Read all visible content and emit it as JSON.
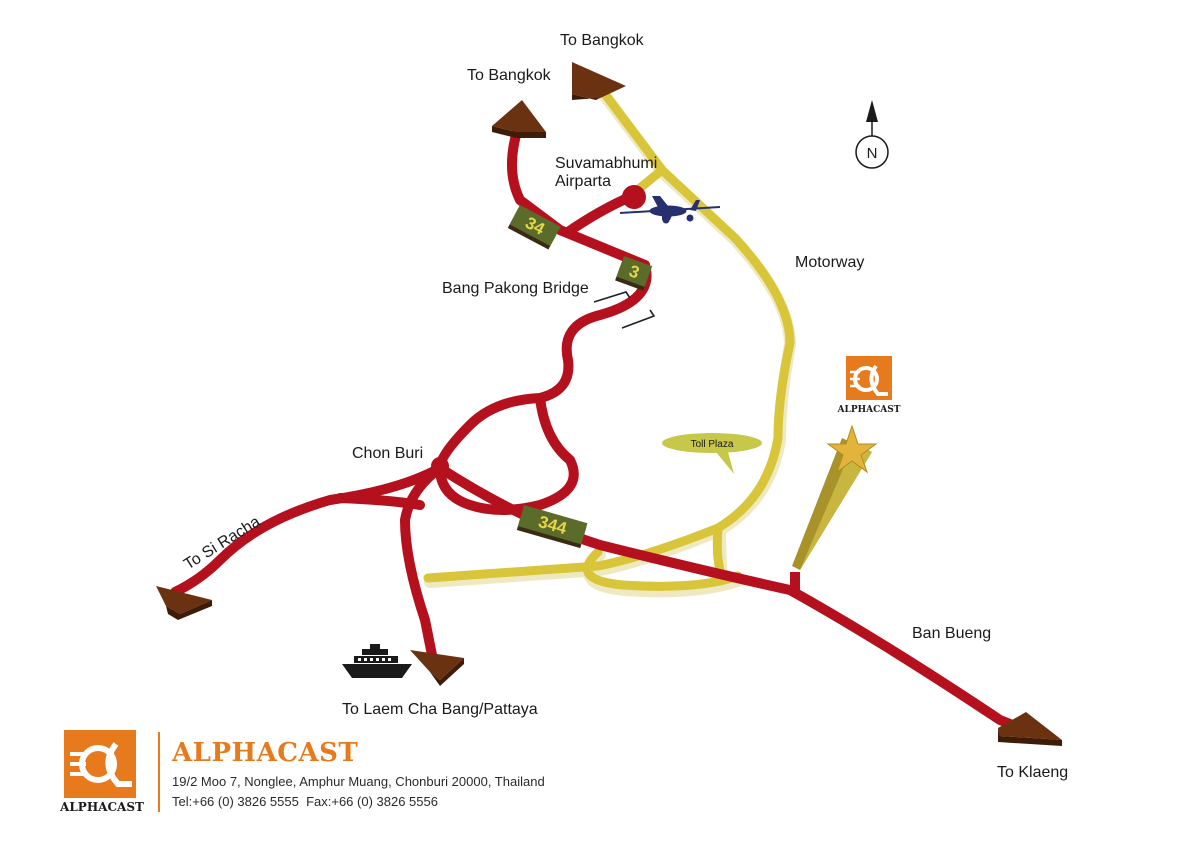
{
  "labels": {
    "to_bangkok_top": "To Bangkok",
    "to_bangkok_left": "To Bangkok",
    "airport_line1": "Suvamabhumi",
    "airport_line2": "Airparta",
    "motorway": "Motorway",
    "bridge": "Bang Pakong Bridge",
    "chon_buri": "Chon Buri",
    "toll_plaza": "Toll Plaza",
    "to_si_racha": "To Si Racha",
    "to_laem_cha_bang": "To Laem Cha Bang/Pattaya",
    "ban_bueng": "Ban Bueng",
    "to_klaeng": "To Klaeng",
    "compass_n": "N"
  },
  "route_shields": {
    "r34": "34",
    "r3": "3",
    "r344": "344"
  },
  "map_logo": {
    "name": "ALPHACAST"
  },
  "footer": {
    "logo_caption": "ALPHACAST",
    "company": "ALPHACAST",
    "address": "19/2 Moo 7, Nonglee, Amphur Muang, Chonburi 20000, Thailand",
    "phone": "Tel:+66 (0) 3826 5555  Fax:+66 (0) 3826 5556"
  },
  "colors": {
    "highway_red": "#b5101e",
    "motorway_yellow": "#d9c53a",
    "arrow_brown": "#6b3212",
    "shield_green": "#5b6b2a",
    "brand_orange": "#e87a1e",
    "star_gold": "#e3b43c"
  },
  "icons": [
    "compass-icon",
    "airplane-icon",
    "ship-icon",
    "star-icon",
    "alphacast-logo-icon"
  ]
}
